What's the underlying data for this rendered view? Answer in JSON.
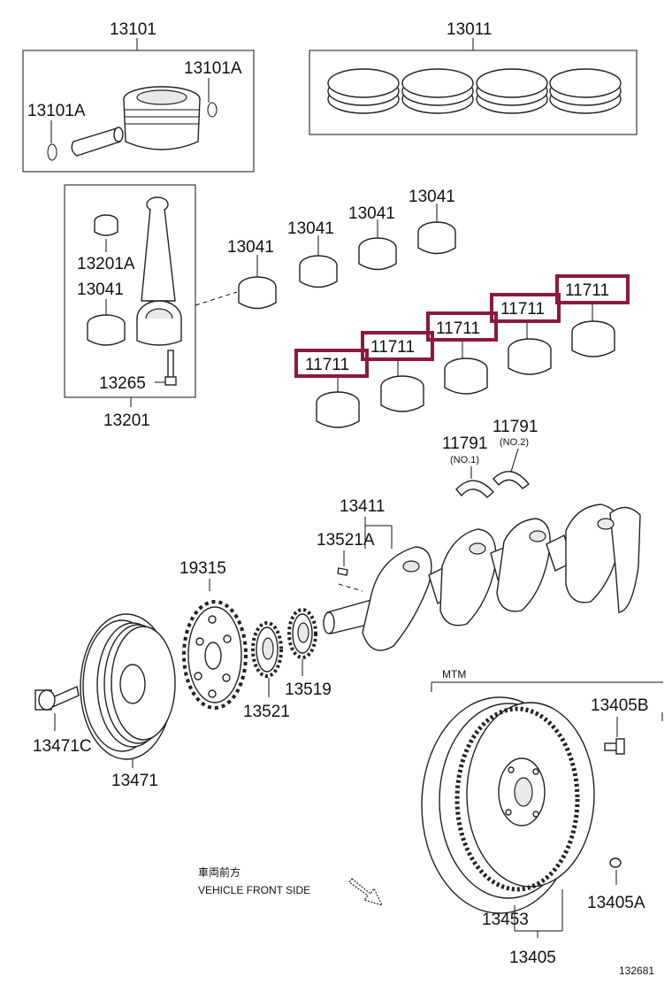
{
  "labels": {
    "piston_set": "13101",
    "piston_clip_right": "13101A",
    "piston_clip_left": "13101A",
    "ring_set": "13011",
    "conrod_bushing": "13201A",
    "conrod_bearing": "13041",
    "conrod_bolt": "13265",
    "conrod_assembly": "13201",
    "bearing_13041_a": "13041",
    "bearing_13041_b": "13041",
    "bearing_13041_c": "13041",
    "bearing_13041_d": "13041",
    "main_bearing_1": "11711",
    "main_bearing_2": "11711",
    "main_bearing_3": "11711",
    "main_bearing_4": "11711",
    "main_bearing_5": "11711",
    "thrust_washer_1": "11791",
    "thrust_washer_2": "11791",
    "thrust_no1": "(NO.1)",
    "thrust_no2": "(NO.2)",
    "crankshaft": "13411",
    "crank_key": "13521A",
    "timing_gear": "19315",
    "crank_sprocket": "13521",
    "oil_pump_gear": "13519",
    "pulley_bolt": "13471C",
    "crank_pulley": "13471",
    "mtm": "MTM",
    "flywheel_bolt": "13405B",
    "ring_gear": "13453",
    "flywheel": "13405",
    "flywheel_pin": "13405A",
    "front_jp": "車両前方",
    "front_en": "VEHICLE FRONT SIDE",
    "diagram_no": "132681"
  },
  "colors": {
    "highlight": "#8b1a3b",
    "line": "#111111"
  }
}
